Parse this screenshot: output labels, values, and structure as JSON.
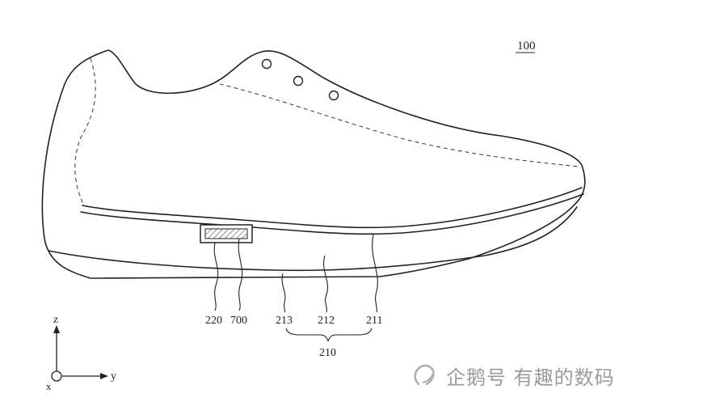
{
  "figure": {
    "ref_main": "100",
    "labels": {
      "l220": "220",
      "l700": "700",
      "l213": "213",
      "l212": "212",
      "l211": "211",
      "l210": "210"
    },
    "axes": {
      "z": "z",
      "y": "y",
      "x": "x"
    }
  },
  "watermark": {
    "text": "企鹅号 有趣的数码",
    "icon": "penguin-icon"
  },
  "colors": {
    "line": "#222222",
    "watermark": "#9a9a9a"
  }
}
